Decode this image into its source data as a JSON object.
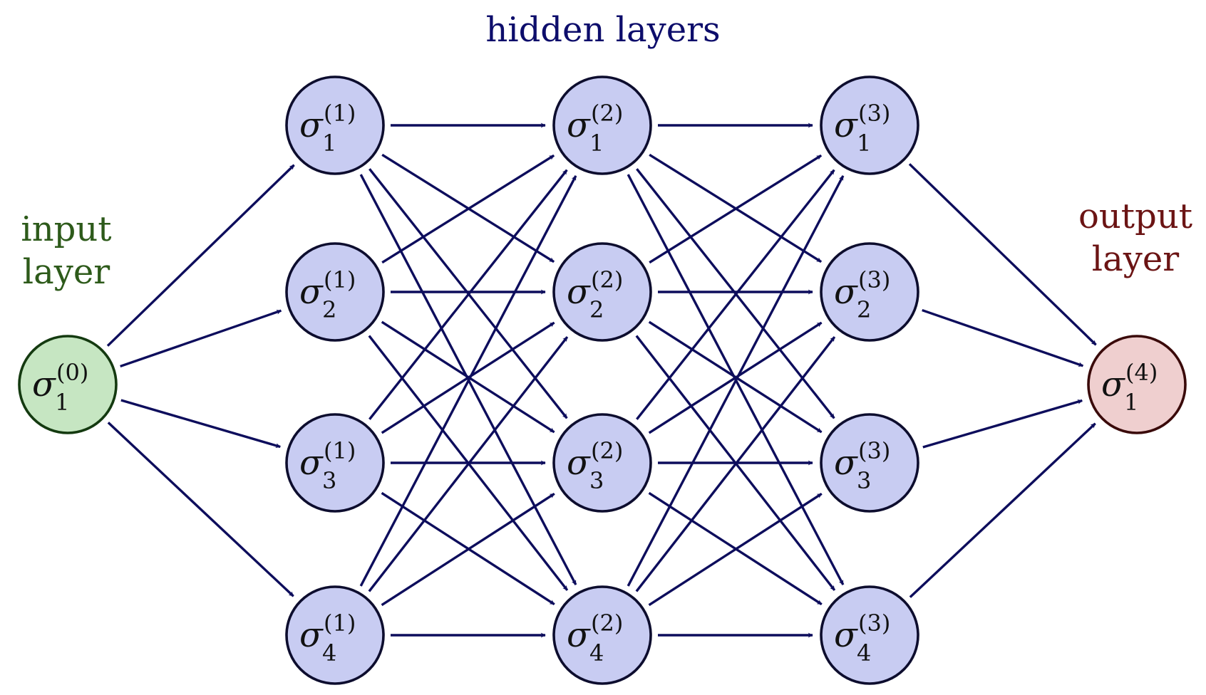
{
  "labels": {
    "hidden": "hidden layers",
    "input_line1": "input",
    "input_line2": "layer",
    "output_line1": "output",
    "output_line2": "layer"
  },
  "symbol": "σ",
  "colors": {
    "hidden_label": "#0d0d6b",
    "input_label": "#2d5a1a",
    "output_label": "#6b1414",
    "edge": "#0d0d5c",
    "hidden_fill": "#c8ccf2",
    "hidden_stroke": "#0d0d2e",
    "input_fill": "#c6e6c2",
    "input_stroke": "#143a10",
    "output_fill": "#efcfcf",
    "output_stroke": "#3a0a0a"
  },
  "layers": [
    {
      "kind": "input",
      "nodes": [
        {
          "sub": "1",
          "sup": "(0)"
        }
      ]
    },
    {
      "kind": "hidden",
      "nodes": [
        {
          "sub": "1",
          "sup": "(1)"
        },
        {
          "sub": "2",
          "sup": "(1)"
        },
        {
          "sub": "3",
          "sup": "(1)"
        },
        {
          "sub": "4",
          "sup": "(1)"
        }
      ]
    },
    {
      "kind": "hidden",
      "nodes": [
        {
          "sub": "1",
          "sup": "(2)"
        },
        {
          "sub": "2",
          "sup": "(2)"
        },
        {
          "sub": "3",
          "sup": "(2)"
        },
        {
          "sub": "4",
          "sup": "(2)"
        }
      ]
    },
    {
      "kind": "hidden",
      "nodes": [
        {
          "sub": "1",
          "sup": "(3)"
        },
        {
          "sub": "2",
          "sup": "(3)"
        },
        {
          "sub": "3",
          "sup": "(3)"
        },
        {
          "sub": "4",
          "sup": "(3)"
        }
      ]
    },
    {
      "kind": "output",
      "nodes": [
        {
          "sub": "1",
          "sup": "(4)"
        }
      ]
    }
  ]
}
